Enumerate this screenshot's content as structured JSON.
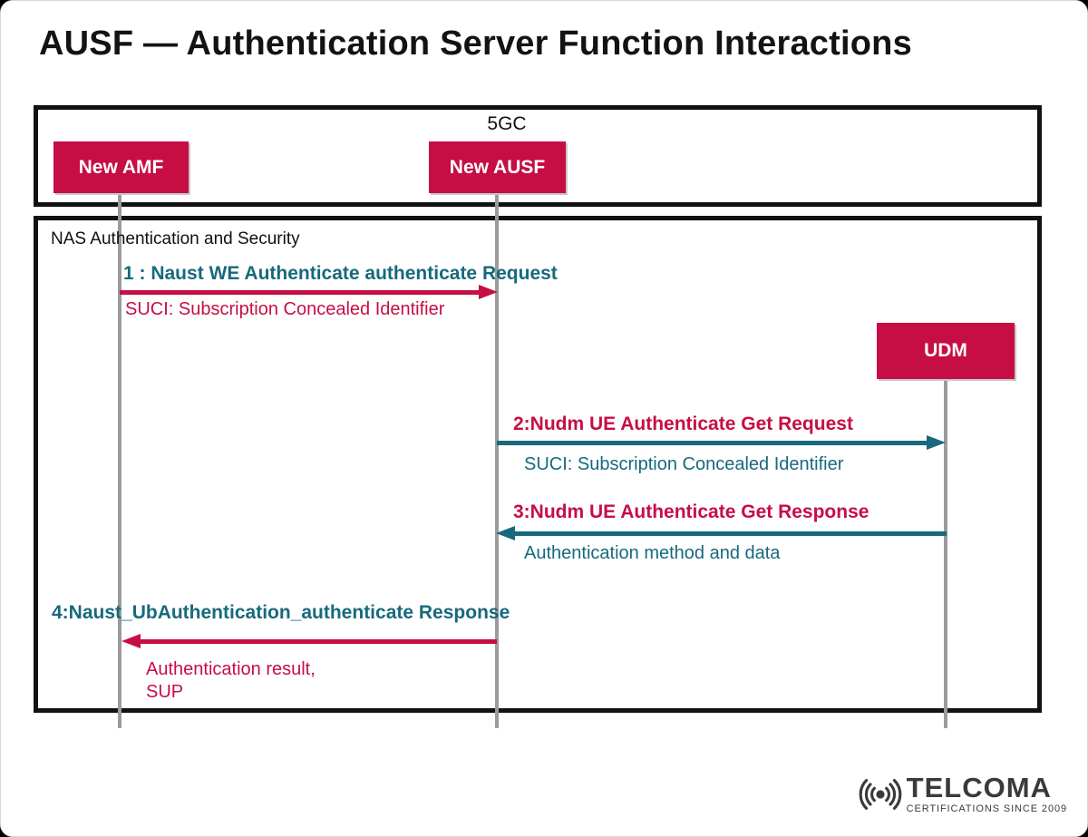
{
  "page": {
    "title": "AUSF — Authentication Server Function Interactions"
  },
  "colors": {
    "crimson": "#C60E45",
    "teal": "#17697D",
    "lifeline": "#9B9B9B",
    "frame": "#121212",
    "logo": "#3A3A3A"
  },
  "top_frame": {
    "label": "5GC",
    "actors": [
      {
        "label": "New AMF"
      },
      {
        "label": "New AUSF"
      }
    ]
  },
  "sequence_frame": {
    "label": "NAS Authentication and Security",
    "udm_label": "UDM",
    "messages": [
      {
        "label": "1 : Naust WE Authenticate authenticate Request",
        "sublabel": "SUCI: Subscription Concealed Identifier",
        "from": "New AMF",
        "to": "New AUSF",
        "direction": "right"
      },
      {
        "label": "2:Nudm UE Authenticate Get Request",
        "sublabel": "SUCI: Subscription Concealed Identifier",
        "from": "New AUSF",
        "to": "UDM",
        "direction": "right"
      },
      {
        "label": "3:Nudm UE Authenticate Get Response",
        "sublabel": "Authentication method and data",
        "from": "UDM",
        "to": "New AUSF",
        "direction": "left"
      },
      {
        "label": "4:Naust_UbAuthentication_authenticate Response",
        "sublabel_lines": [
          "Authentication result,",
          "SUP"
        ],
        "from": "New AUSF",
        "to": "New AMF",
        "direction": "left"
      }
    ]
  },
  "logo": {
    "brand": "TELCOMA",
    "tagline": "CERTIFICATIONS SINCE 2009"
  }
}
